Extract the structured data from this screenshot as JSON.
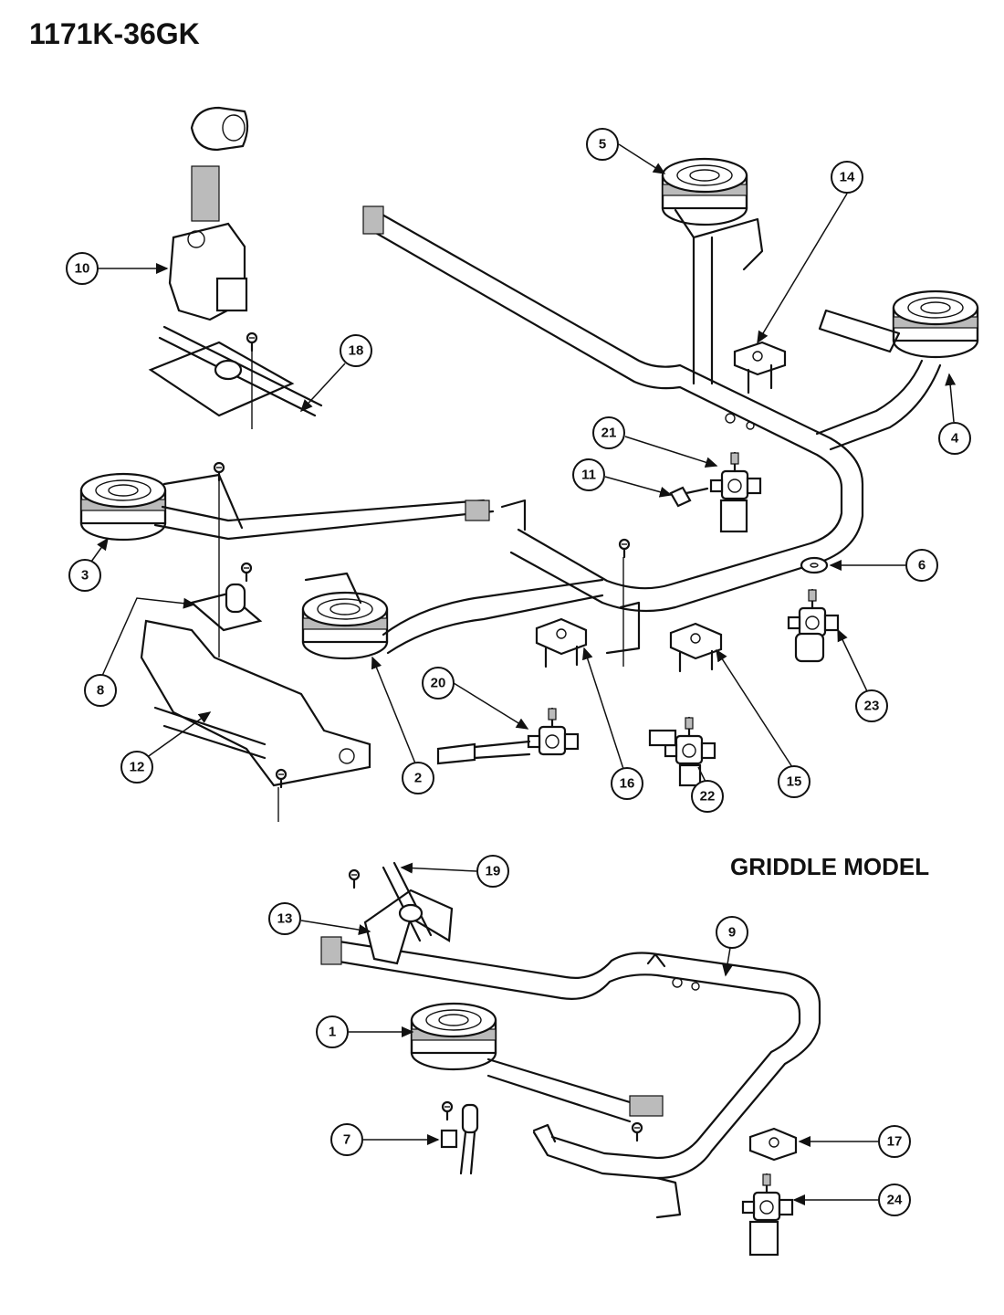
{
  "header": {
    "model_number": "1171K-36GK"
  },
  "section_label": "GRIDDLE MODEL",
  "callouts": [
    "1",
    "2",
    "3",
    "4",
    "5",
    "6",
    "7",
    "8",
    "9",
    "10",
    "11",
    "12",
    "13",
    "14",
    "15",
    "16",
    "17",
    "18",
    "19",
    "20",
    "21",
    "22",
    "23",
    "24"
  ],
  "colors": {
    "ink": "#111111",
    "paper": "#ffffff"
  }
}
